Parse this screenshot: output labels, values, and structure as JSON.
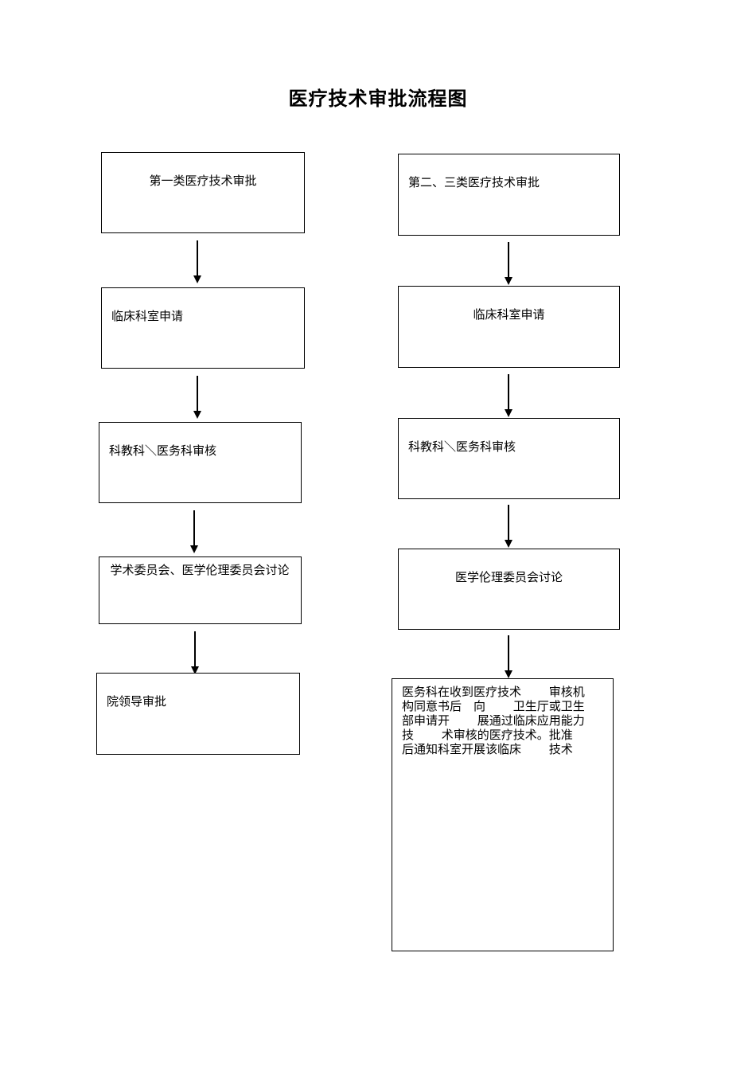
{
  "title": "医疗技术审批流程图",
  "left": {
    "steps": [
      "第一类医疗技术审批",
      "临床科室申请",
      "科教科＼医务科审核",
      "学术委员会、医学伦理委员会讨论",
      "院领导审批"
    ]
  },
  "right": {
    "steps": [
      "第二、三类医疗技术审批",
      "临床科室申请",
      "科教科＼医务科审核",
      "医学伦理委员会讨论"
    ],
    "final_lines": [
      "医务科在收到医疗技术　　 审核机",
      "构同意书后　向　　 卫生厅或卫生",
      "部申请开　　 展通过临床应用能力",
      "技　　 术审核的医疗技术。批准",
      "后通知科室开展该临床　　 技术"
    ]
  }
}
